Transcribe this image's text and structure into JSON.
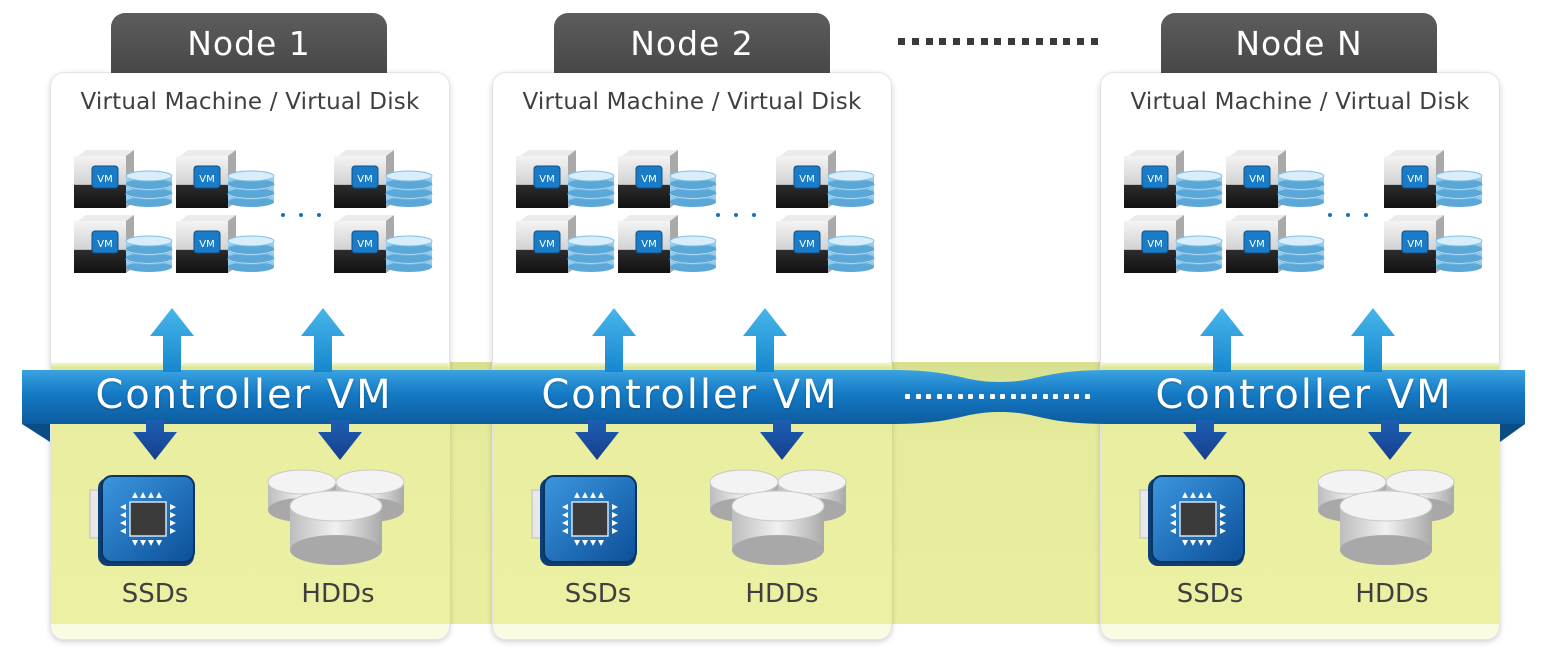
{
  "nodes": [
    {
      "tab_label": "Node 1",
      "vm_heading": "Virtual Machine / Virtual Disk",
      "controller_label": "Controller VM",
      "ssd_label": "SSDs",
      "hdd_label": "HDDs",
      "vm_badge": "VM"
    },
    {
      "tab_label": "Node 2",
      "vm_heading": "Virtual Machine / Virtual Disk",
      "controller_label": "Controller VM",
      "ssd_label": "SSDs",
      "hdd_label": "HDDs",
      "vm_badge": "VM"
    },
    {
      "tab_label": "Node N",
      "vm_heading": "Virtual Machine / Virtual Disk",
      "controller_label": "Controller VM",
      "ssd_label": "SSDs",
      "hdd_label": "HDDs",
      "vm_badge": "VM"
    }
  ],
  "colors": {
    "tab_bg": "#4f4f4f",
    "bus_blue": "#1a7cc6",
    "bus_dark_blue": "#0f5a9a",
    "arrow_up": "#2a9ad8",
    "arrow_down": "#1a4ea0",
    "storage_band": "#e6ec9c",
    "text_dark": "#3f3f3f"
  },
  "icons": [
    "vm-server-icon",
    "virtual-disk-stack-icon",
    "ssd-chip-icon",
    "hdd-cylinder-icon",
    "bidirectional-arrow-icon",
    "down-arrow-icon",
    "up-arrow-icon"
  ]
}
